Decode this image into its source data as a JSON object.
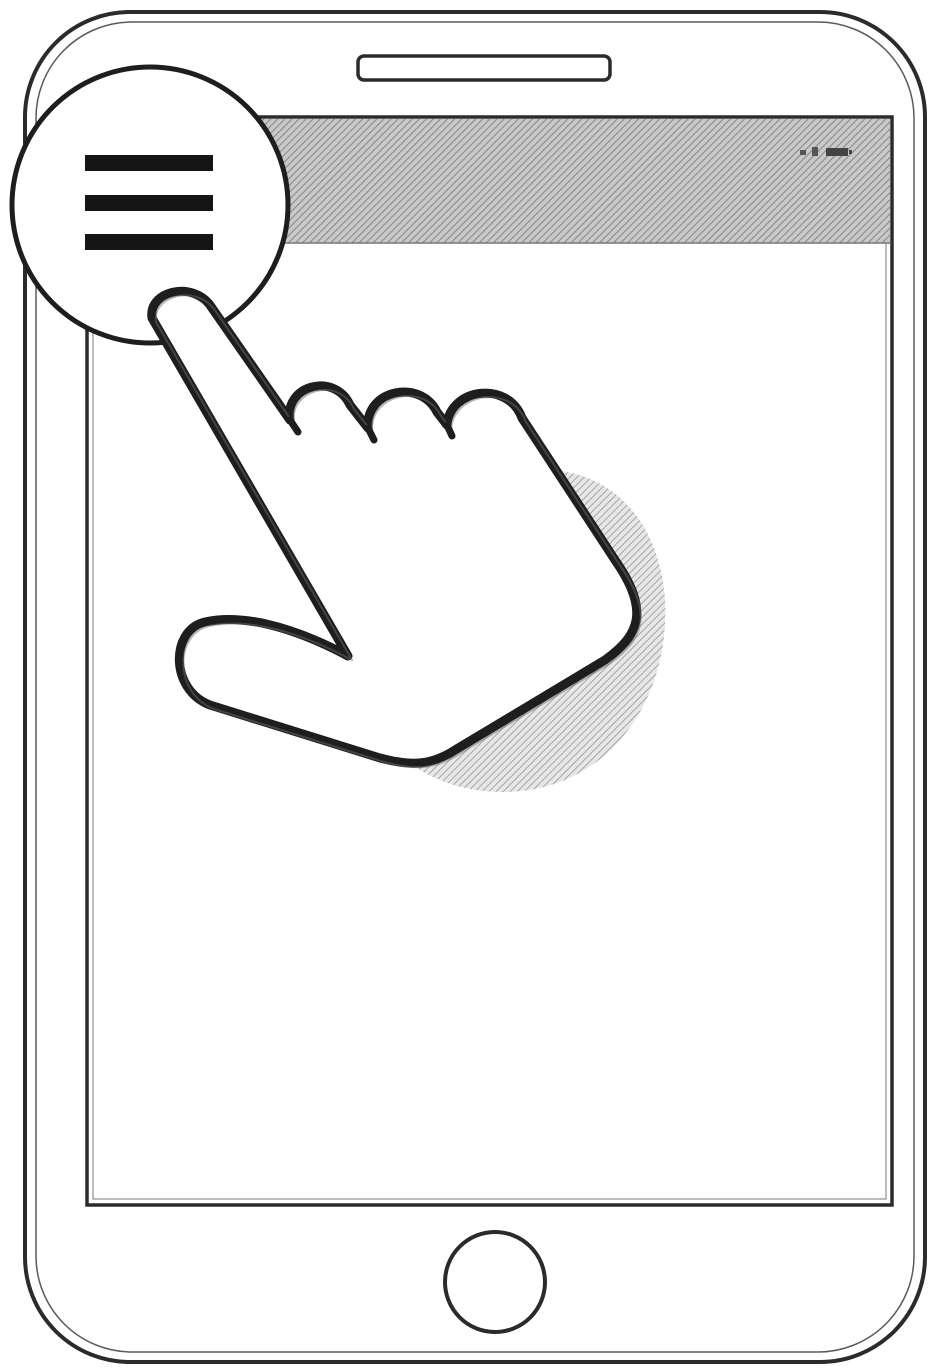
{
  "device": {
    "type": "smartphone",
    "outline_color": "#2b2b2b",
    "screen_color": "#ffffff"
  },
  "status_bar": {
    "time": "",
    "fill": "hatched-gray",
    "hatch_color": "#8a8a8a"
  },
  "menu_button": {
    "icon": "hamburger-menu-icon",
    "highlighted": true
  },
  "gesture": {
    "type": "tap",
    "icon": "pointing-hand-icon",
    "target": "menu_button",
    "shadow_color": "#9a9a9a"
  },
  "home_button": {
    "icon": "home-button-circle"
  }
}
